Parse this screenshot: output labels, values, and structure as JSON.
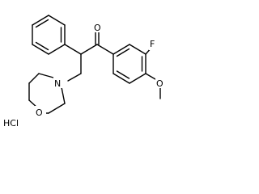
{
  "atoms": {
    "oxygen_carbonyl": "O",
    "fluorine": "F",
    "oxygen_methoxy": "O",
    "nitrogen": "N",
    "oxygen_morpholine": "O",
    "salt": "HCl"
  },
  "colors": {
    "bond": "#000000",
    "label": "#000000",
    "background": "#ffffff"
  }
}
